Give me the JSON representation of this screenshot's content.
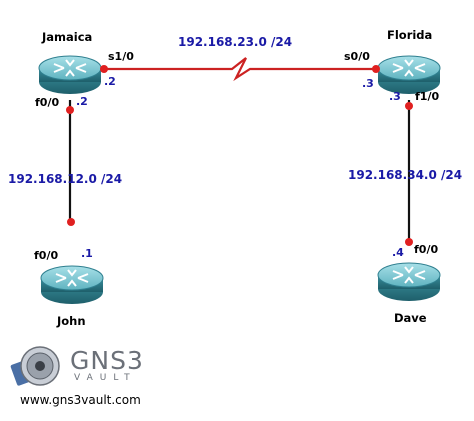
{
  "routers": [
    {
      "id": "jamaica",
      "name": "Jamaica"
    },
    {
      "id": "florida",
      "name": "Florida"
    },
    {
      "id": "john",
      "name": "John"
    },
    {
      "id": "dave",
      "name": "Dave"
    }
  ],
  "links": [
    {
      "id": "jamaica-florida",
      "network": "192.168.23.0 /24",
      "a": {
        "interface": "s1/0",
        "ip": ".2"
      },
      "b": {
        "interface": "s0/0",
        "ip": ".3"
      }
    },
    {
      "id": "jamaica-john",
      "network": "192.168.12.0 /24",
      "a": {
        "interface": "f0/0",
        "ip": ".2"
      },
      "b": {
        "interface": "f0/0",
        "ip": ".1"
      }
    },
    {
      "id": "florida-dave",
      "network": "192.168.34.0 /24",
      "a": {
        "interface": "f1/0",
        "ip": ".3"
      },
      "b": {
        "interface": "f0/0",
        "ip": ".4"
      }
    }
  ],
  "logo": {
    "word": "GNS3",
    "sub": "VAULT",
    "url": "www.gns3vault.com"
  },
  "colors": {
    "link": "#cc2222",
    "dot": "#e02020",
    "ip": "#1a1aa6",
    "router_top": "#6fc3cf",
    "router_body": "#2f7f8f"
  }
}
